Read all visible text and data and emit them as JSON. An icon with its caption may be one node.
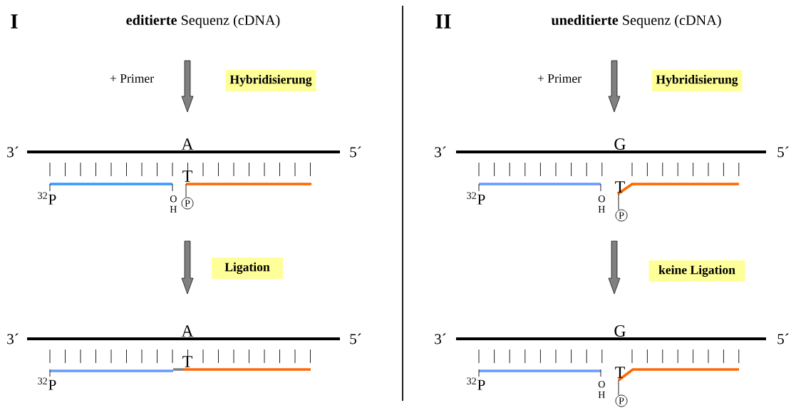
{
  "diagram": {
    "nodes": [
      {
        "text": [
          "Hybridisierung"
        ]
      },
      {
        "text": [
          "Ligation"
        ]
      },
      {
        "text": [
          "Hybridisierung"
        ]
      },
      {
        "text": [
          "keine Ligation"
        ]
      }
    ],
    "labels": [
      "I",
      "**editierte** Sequenz (cDNA)",
      "II",
      "**uneditierte** Sequenz (cDNA)",
      "+ Primer",
      "+ Primer",
      "3´",
      "A",
      "5´",
      "3´",
      "G",
      "5´",
      "T",
      "$^{32}$P",
      "O H",
      "P",
      "T",
      "$^{32}$P",
      "O H",
      "P",
      "3´",
      "A",
      "5´",
      "3´",
      "G",
      "5´",
      "T",
      "$^{32}$P",
      "T",
      "$^{32}$P",
      "O H",
      "P"
    ]
  }
}
